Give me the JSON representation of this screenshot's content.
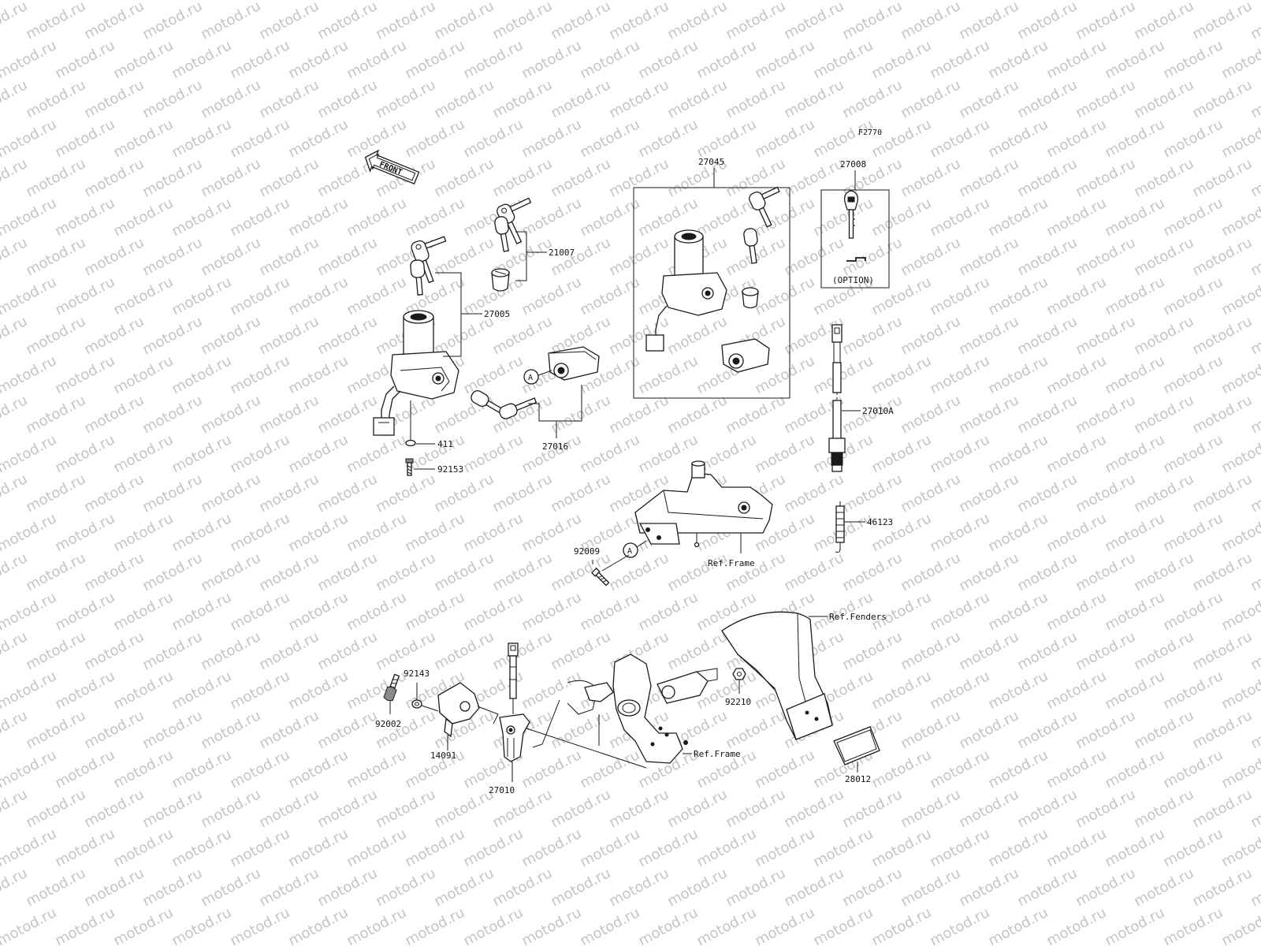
{
  "diagram_id": "F2770",
  "watermark": "motod.ru",
  "front_label": "FRONT",
  "option_label": "(OPTION)",
  "circle_ref": "A",
  "parts": {
    "p21007": "21007",
    "p27005": "27005",
    "p411": "411",
    "p92153": "92153",
    "p27016": "27016",
    "p27045": "27045",
    "p27008": "27008",
    "p27010A": "27010A",
    "p46123": "46123",
    "p92009": "92009",
    "p92143": "92143",
    "p92002": "92002",
    "p14091": "14091",
    "p27010": "27010",
    "p92210": "92210",
    "p28012": "28012"
  },
  "refs": {
    "frame_upper": "Ref.Frame",
    "frame_lower": "Ref.Frame",
    "fenders": "Ref.Fenders"
  }
}
